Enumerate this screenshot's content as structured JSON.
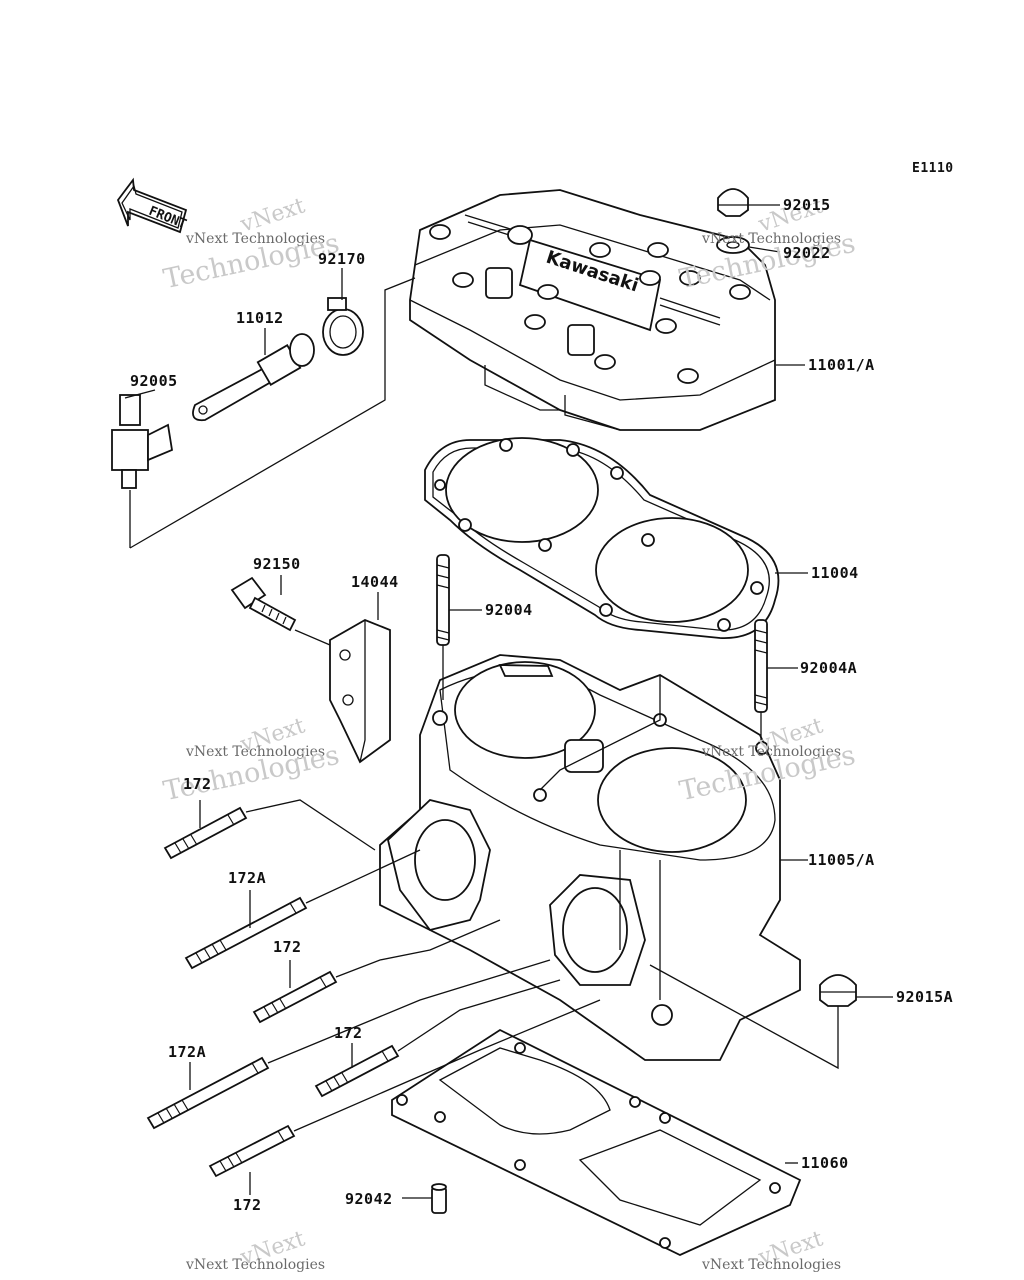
{
  "diagram": {
    "code": "E1110",
    "front_label": "FRONT",
    "watermark": {
      "line1": "vNext",
      "line2": "vNext Technologies",
      "line3": "Technologies"
    },
    "parts": {
      "p92015": "92015",
      "p92022": "92022",
      "p92170": "92170",
      "p11012": "11012",
      "p92005": "92005",
      "p11001A": "11001/A",
      "p11004": "11004",
      "p92150": "92150",
      "p14044": "14044",
      "p92004": "92004",
      "p92004A": "92004A",
      "p172_1": "172",
      "p172A_1": "172A",
      "p172_2": "172",
      "p172A_2": "172A",
      "p172_3": "172",
      "p172_4": "172",
      "p11005A": "11005/A",
      "p92015A": "92015A",
      "p11060": "11060",
      "p92042": "92042"
    }
  }
}
